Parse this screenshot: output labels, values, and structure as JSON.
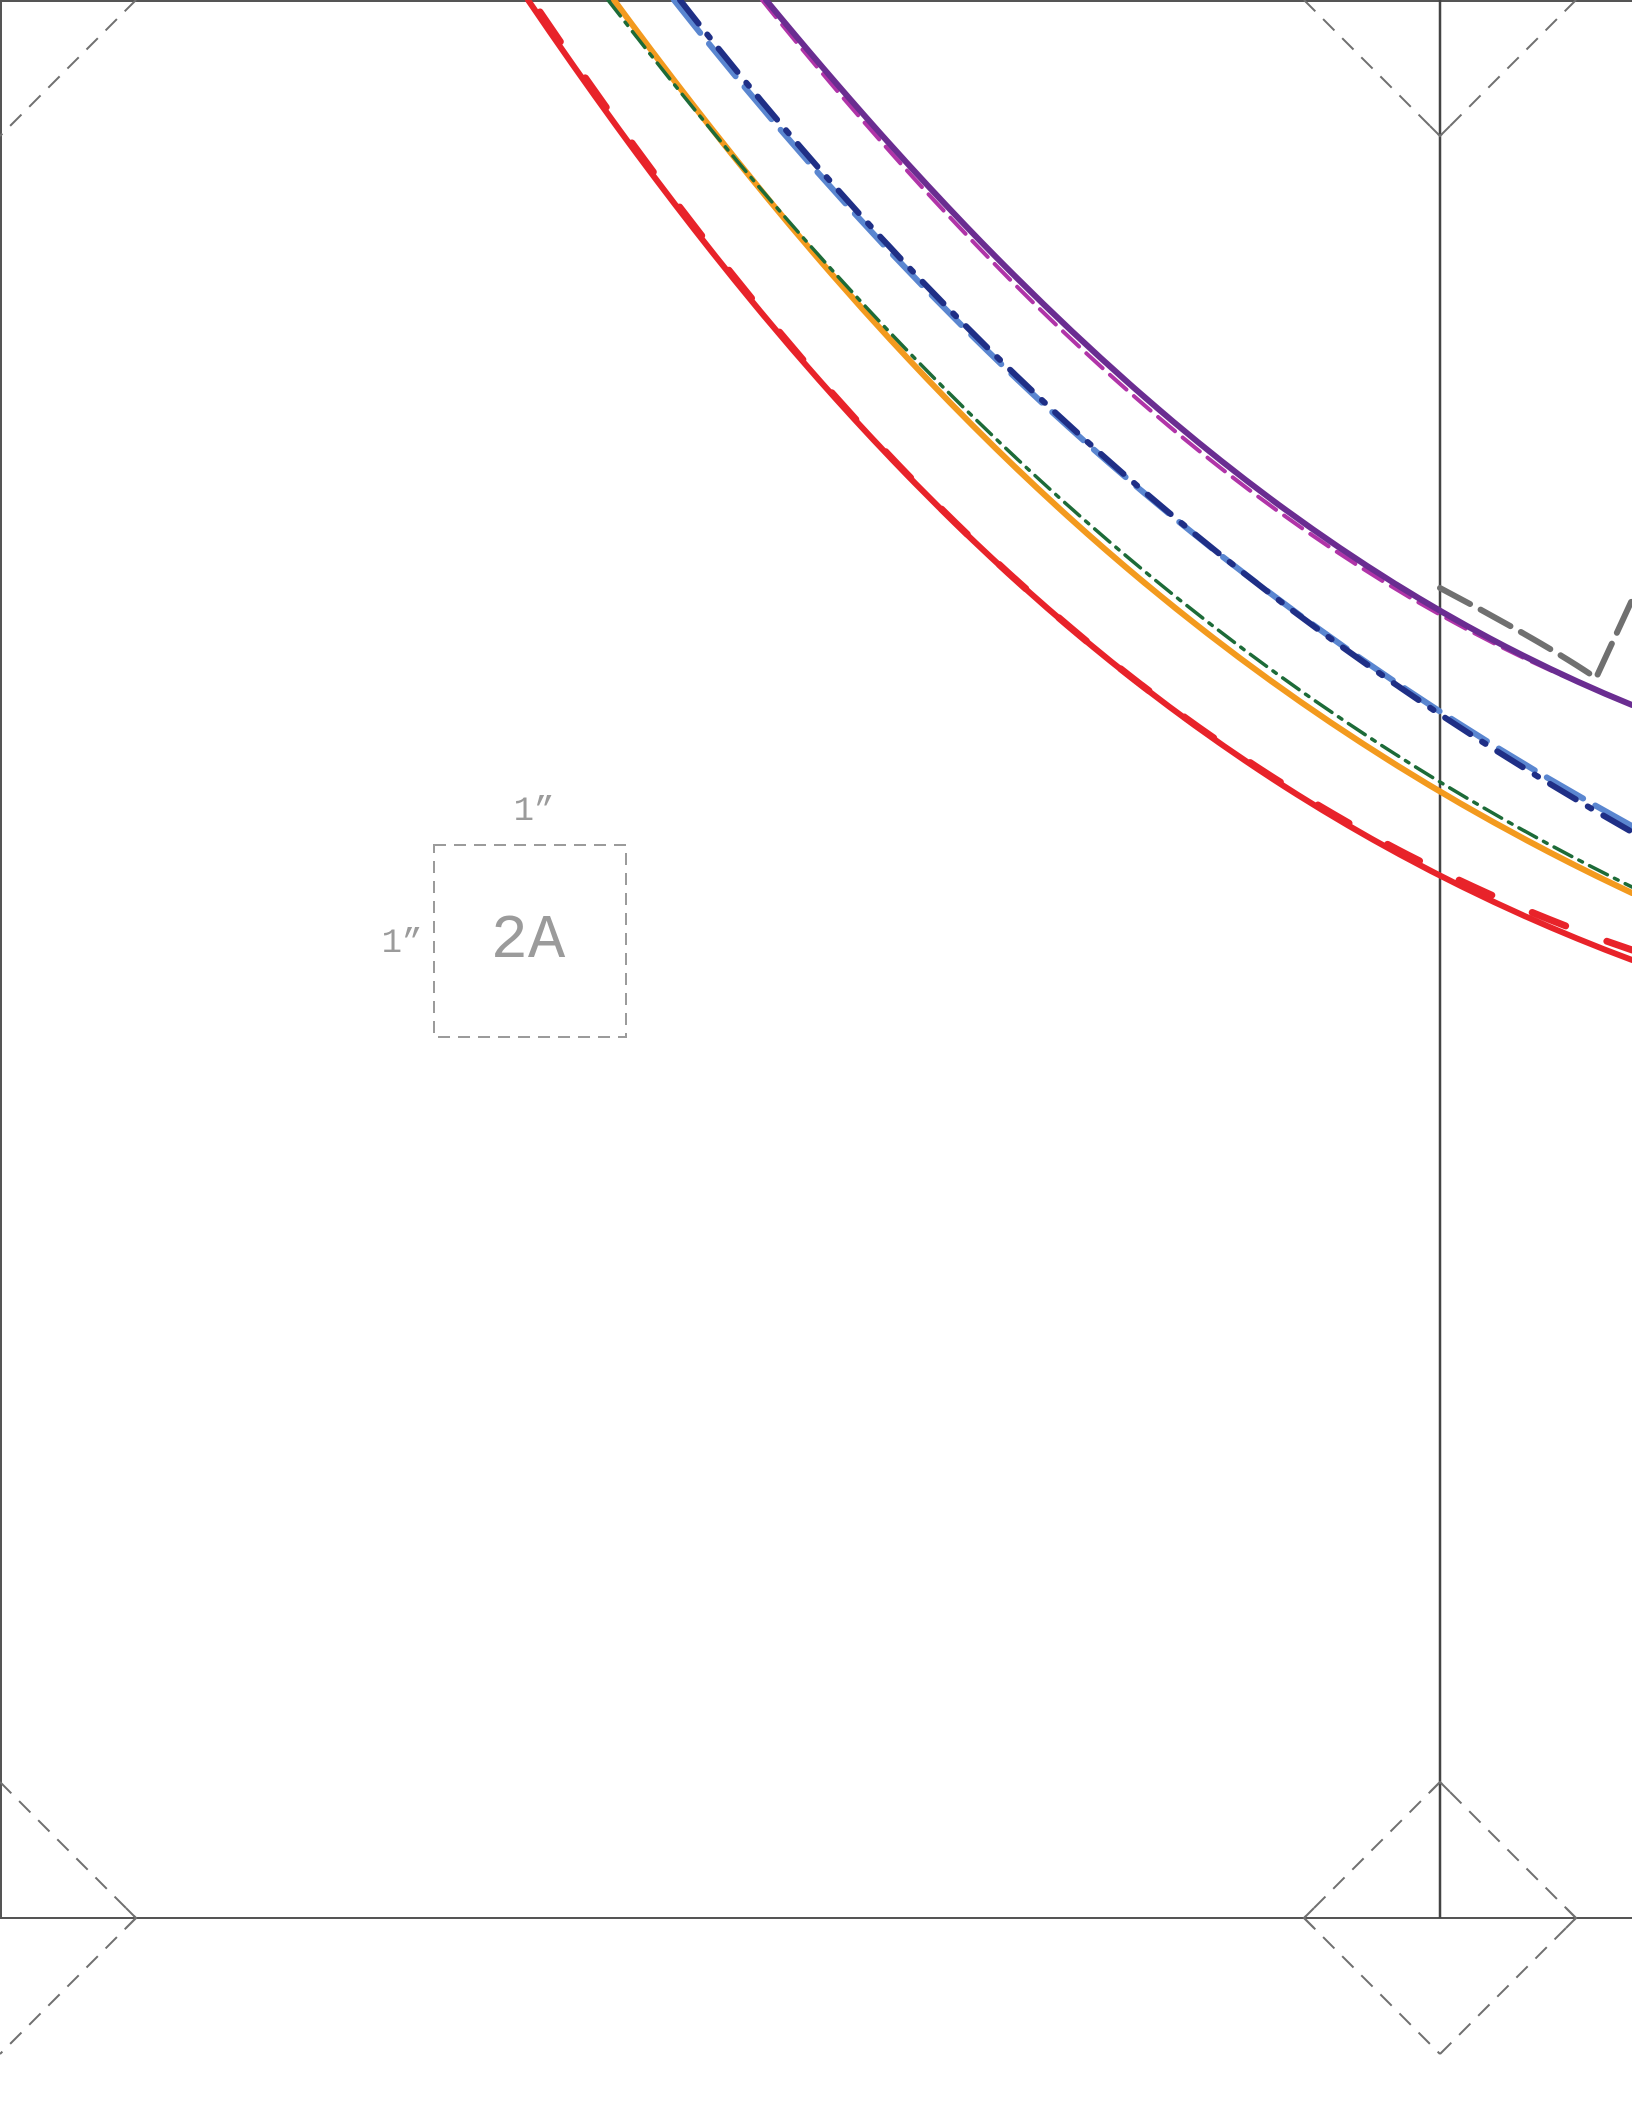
{
  "test_square": {
    "id": "2A",
    "width_label": "1”",
    "height_label": "1”"
  },
  "colors": {
    "border": "#555555",
    "dashed_guides": "#707070",
    "test_square": "#9b9b9b",
    "red": "#e8232a",
    "orange": "#f39a1e",
    "green": "#1d6b38",
    "navy": "#1f2f86",
    "light_blue": "#5a86d0",
    "purple": "#6a2d91",
    "magenta": "#b034a8",
    "gray": "#707070"
  },
  "curves": [
    {
      "name": "red-size-line",
      "color": "#e8232a",
      "style": "solid"
    },
    {
      "name": "red-dashed-size-line",
      "color": "#e8232a",
      "style": "long-dash"
    },
    {
      "name": "orange-size-line",
      "color": "#f39a1e",
      "style": "solid"
    },
    {
      "name": "green-size-line",
      "color": "#1d6b38",
      "style": "dash-dot"
    },
    {
      "name": "light-blue-size-line",
      "color": "#5a86d0",
      "style": "long-dash"
    },
    {
      "name": "navy-size-line",
      "color": "#1f2f86",
      "style": "dash-dot"
    },
    {
      "name": "magenta-size-line",
      "color": "#b034a8",
      "style": "dashed"
    },
    {
      "name": "purple-size-line",
      "color": "#6a2d91",
      "style": "solid"
    }
  ]
}
